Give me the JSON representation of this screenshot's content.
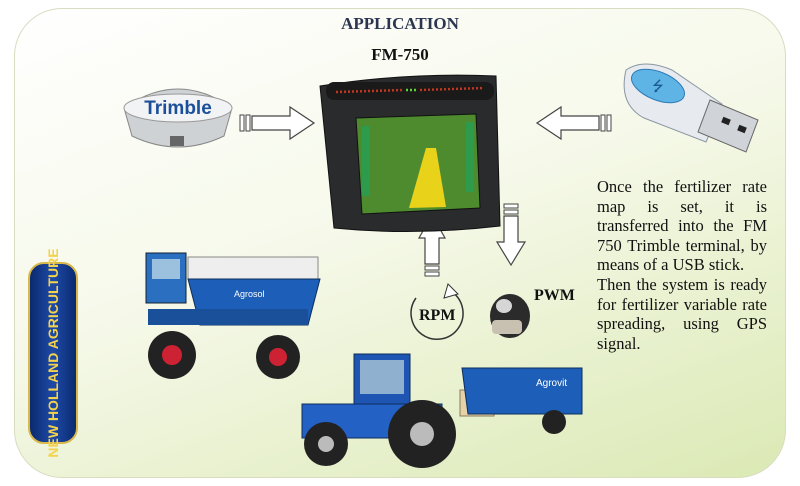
{
  "title": "APPLICATION",
  "device_label": "FM-750",
  "gps_receiver": {
    "logo_text": "Trimble"
  },
  "usb_stick": {
    "icon": "usb-icon"
  },
  "rpm_label": "RPM",
  "pwm_label": "PWM",
  "brand_logo": {
    "text": "NEW HOLLAND AGRICULTURE"
  },
  "spreader": {
    "brand_text": "Agrosol"
  },
  "trailer": {
    "brand_text": "Agrovit"
  },
  "description": [
    "Once the fertilizer rate map is set, it is transferred into the FM 750 Trimble terminal, by means of a USB stick.",
    "Then the system is ready for fertilizer variable rate spreading, using GPS signal."
  ],
  "colors": {
    "title": "#2b3550",
    "background_tint": "#dbe9b4",
    "machine_blue": "#1d5fb8"
  }
}
